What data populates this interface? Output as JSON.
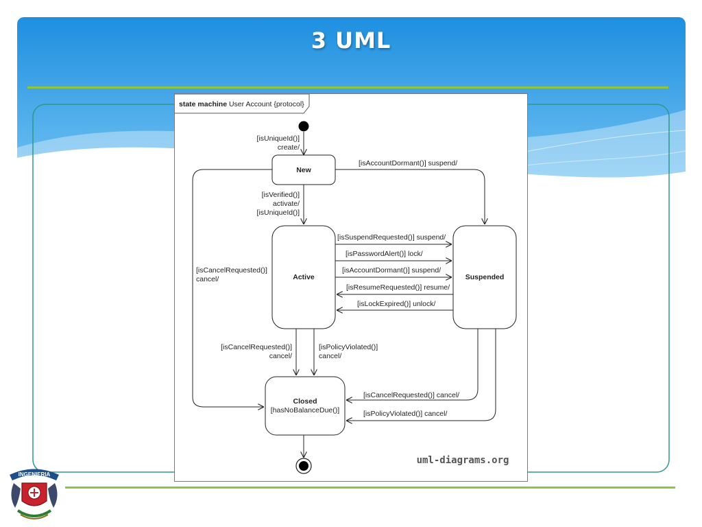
{
  "slide": {
    "title": "3 UML"
  },
  "diagram": {
    "frame_label_keyword": "state machine",
    "frame_label_name": "User Account {protocol}",
    "watermark": "uml-diagrams.org",
    "states": {
      "new": "New",
      "active": "Active",
      "suspended": "Suspended",
      "closed": "Closed",
      "closed_constraint": "[hasNoBalanceDue()]"
    },
    "transitions": {
      "initial_guard": "[isUniqueId()]",
      "initial_action": "create/",
      "new_suspend": "[isAccountDormant()] suspend/",
      "new_active_1": "[isVerified()]",
      "new_active_2": "activate/",
      "new_active_3": "[isUniqueId()]",
      "new_closed_1": "[isCancelRequested()]",
      "new_closed_2": "cancel/",
      "act_susp_1": "[isSuspendRequested()] suspend/",
      "act_susp_2": "[isPasswordAlert()] lock/",
      "act_susp_3": "[isAccountDormant()] suspend/",
      "susp_act_1": "[isResumeRequested()] resume/",
      "susp_act_2": "[isLockExpired()] unlock/",
      "act_closed_a1": "[isCancelRequested()]",
      "act_closed_a2": "cancel/",
      "act_closed_b1": "[isPolicyViolated()]",
      "act_closed_b2": "cancel/",
      "susp_closed_1": "[isCancelRequested()] cancel/",
      "susp_closed_2": "[isPolicyViolated()] cancel/"
    }
  },
  "logo": {
    "text": "INGENIERIA"
  },
  "colors": {
    "sky_top": "#1e8fe0",
    "sky_bottom": "#7cc8f4",
    "accent_green": "#8dc63f",
    "panel_border": "#2a9a8a"
  }
}
